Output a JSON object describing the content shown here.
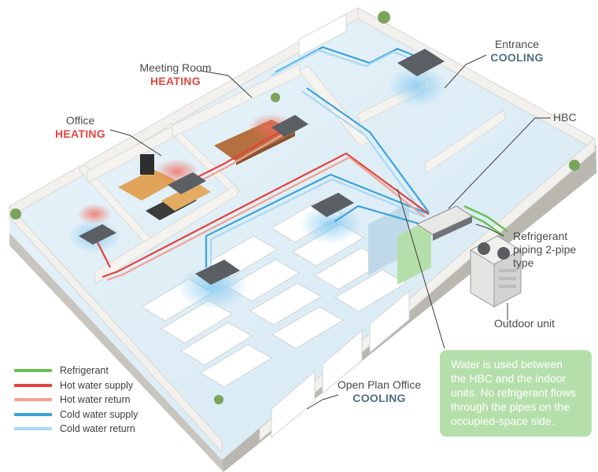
{
  "labels": {
    "entrance": {
      "name": "Entrance",
      "mode": "COOLING"
    },
    "meeting_room": {
      "name": "Meeting Room",
      "mode": "HEATING"
    },
    "office": {
      "name": "Office",
      "mode": "HEATING"
    },
    "hbc": {
      "name": "HBC"
    },
    "refrigerant_piping": {
      "line1": "Refrigerant",
      "line2": "piping 2-pipe",
      "line3": "type"
    },
    "outdoor_unit": {
      "name": "Outdoor unit"
    },
    "open_plan_office": {
      "name": "Open Plan Office",
      "mode": "COOLING"
    }
  },
  "legend": [
    {
      "label": "Refrigerant",
      "color": "#6cbf55"
    },
    {
      "label": "Hot water supply",
      "color": "#e3433d"
    },
    {
      "label": "Hot water return",
      "color": "#f2a092"
    },
    {
      "label": "Cold water supply",
      "color": "#3aa3d9"
    },
    {
      "label": "Cold water return",
      "color": "#a9d8f2"
    }
  ],
  "note": {
    "line1": "Water is used between",
    "line2": "the HBC and the indoor",
    "line3": "units. No refrigerant flows",
    "line4": "through the pipes on the",
    "line5": "occupied-space side."
  },
  "colors": {
    "heating": "#e0463f",
    "cooling": "#4d6f80",
    "note_bg": "#b5dfaa"
  }
}
